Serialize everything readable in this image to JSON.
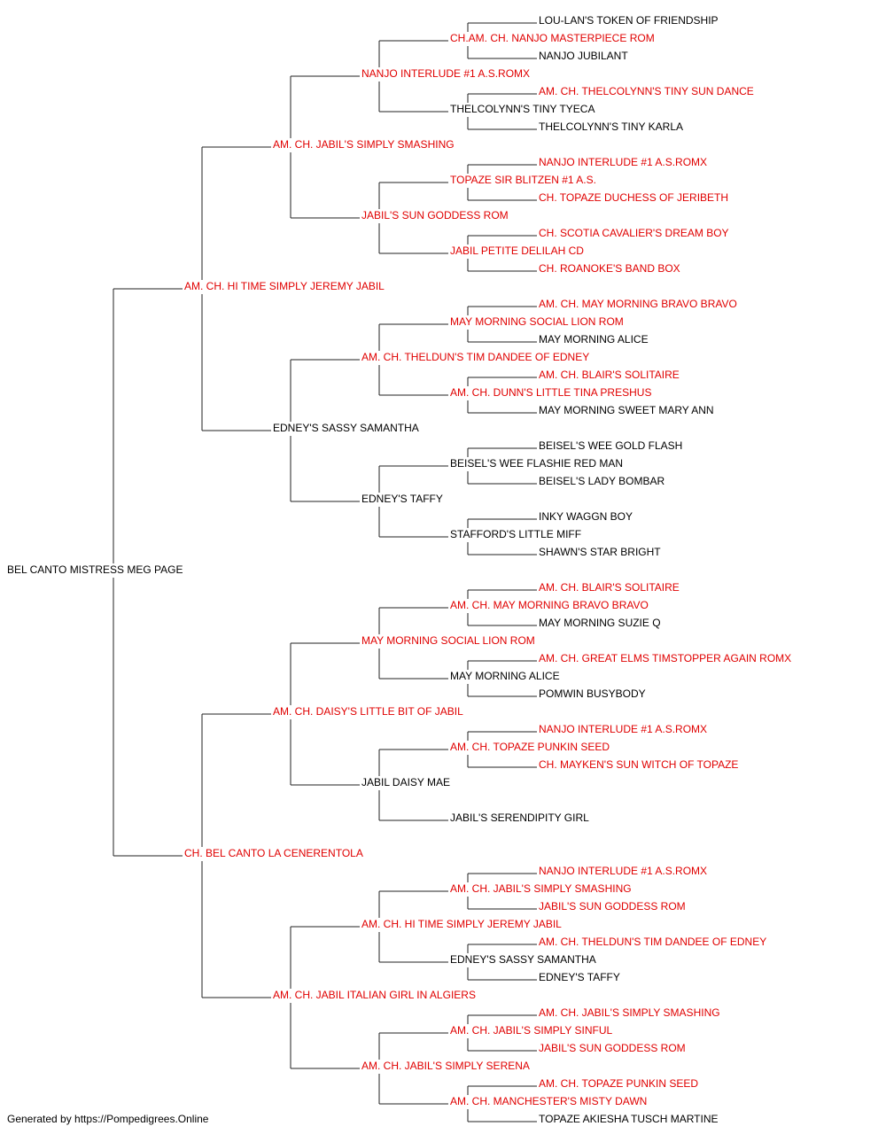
{
  "colors": {
    "champion": "#e00000",
    "normal": "#000000",
    "line": "#222222"
  },
  "pedigree": {
    "name": "BEL CANTO MISTRESS MEG PAGE",
    "champion": false,
    "sire": {
      "name": "AM. CH. HI TIME SIMPLY JEREMY JABIL",
      "champion": true,
      "sire": {
        "name": "AM. CH. JABIL'S SIMPLY SMASHING",
        "champion": true,
        "sire": {
          "name": "NANJO INTERLUDE #1 A.S.ROMX",
          "champion": true,
          "sire": {
            "name": "CH.AM. CH. NANJO MASTERPIECE ROM",
            "champion": true,
            "sire": {
              "name": "LOU-LAN'S TOKEN OF FRIENDSHIP",
              "champion": false
            },
            "dam": {
              "name": "NANJO JUBILANT",
              "champion": false
            }
          },
          "dam": {
            "name": "THELCOLYNN'S TINY TYECA",
            "champion": false,
            "sire": {
              "name": "AM. CH. THELCOLYNN'S TINY SUN DANCE",
              "champion": true
            },
            "dam": {
              "name": "THELCOLYNN'S TINY KARLA",
              "champion": false
            }
          }
        },
        "dam": {
          "name": "JABIL'S SUN GODDESS ROM",
          "champion": true,
          "sire": {
            "name": "TOPAZE SIR BLITZEN #1 A.S.",
            "champion": true,
            "sire": {
              "name": "NANJO INTERLUDE #1 A.S.ROMX",
              "champion": true
            },
            "dam": {
              "name": "CH. TOPAZE DUCHESS OF JERIBETH",
              "champion": true
            }
          },
          "dam": {
            "name": "JABIL PETITE DELILAH CD",
            "champion": true,
            "sire": {
              "name": "CH. SCOTIA CAVALIER'S DREAM BOY",
              "champion": true
            },
            "dam": {
              "name": "CH. ROANOKE'S BAND BOX",
              "champion": true
            }
          }
        }
      },
      "dam": {
        "name": "EDNEY'S SASSY SAMANTHA",
        "champion": false,
        "sire": {
          "name": "AM. CH. THELDUN'S TIM DANDEE OF EDNEY",
          "champion": true,
          "sire": {
            "name": "MAY MORNING SOCIAL LION ROM",
            "champion": true,
            "sire": {
              "name": "AM. CH. MAY MORNING BRAVO BRAVO",
              "champion": true
            },
            "dam": {
              "name": "MAY MORNING ALICE",
              "champion": false
            }
          },
          "dam": {
            "name": "AM. CH. DUNN'S LITTLE TINA PRESHUS",
            "champion": true,
            "sire": {
              "name": "AM. CH. BLAIR'S SOLITAIRE",
              "champion": true
            },
            "dam": {
              "name": "MAY MORNING SWEET MARY ANN",
              "champion": false
            }
          }
        },
        "dam": {
          "name": "EDNEY'S TAFFY",
          "champion": false,
          "sire": {
            "name": "BEISEL'S WEE FLASHIE RED MAN",
            "champion": false,
            "sire": {
              "name": "BEISEL'S WEE GOLD FLASH",
              "champion": false
            },
            "dam": {
              "name": "BEISEL'S LADY BOMBAR",
              "champion": false
            }
          },
          "dam": {
            "name": "STAFFORD'S LITTLE MIFF",
            "champion": false,
            "sire": {
              "name": "INKY WAGGN BOY",
              "champion": false
            },
            "dam": {
              "name": "SHAWN'S STAR BRIGHT",
              "champion": false
            }
          }
        }
      }
    },
    "dam": {
      "name": "CH. BEL CANTO LA CENERENTOLA",
      "champion": true,
      "sire": {
        "name": "AM. CH. DAISY'S LITTLE BIT OF JABIL",
        "champion": true,
        "sire": {
          "name": "MAY MORNING SOCIAL LION ROM",
          "champion": true,
          "sire": {
            "name": "AM. CH. MAY MORNING BRAVO BRAVO",
            "champion": true,
            "sire": {
              "name": "AM. CH. BLAIR'S SOLITAIRE",
              "champion": true
            },
            "dam": {
              "name": "MAY MORNING SUZIE Q",
              "champion": false
            }
          },
          "dam": {
            "name": "MAY MORNING ALICE",
            "champion": false,
            "sire": {
              "name": "AM. CH. GREAT ELMS TIMSTOPPER AGAIN ROMX",
              "champion": true
            },
            "dam": {
              "name": "POMWIN BUSYBODY",
              "champion": false
            }
          }
        },
        "dam": {
          "name": "JABIL DAISY MAE",
          "champion": false,
          "sire": {
            "name": "AM. CH. TOPAZE PUNKIN SEED",
            "champion": true,
            "sire": {
              "name": "NANJO INTERLUDE #1 A.S.ROMX",
              "champion": true
            },
            "dam": {
              "name": "CH. MAYKEN'S SUN WITCH OF TOPAZE",
              "champion": true
            }
          },
          "dam": {
            "name": "JABIL'S SERENDIPITY GIRL",
            "champion": false
          }
        }
      },
      "dam": {
        "name": "AM. CH. JABIL ITALIAN GIRL IN ALGIERS",
        "champion": true,
        "sire": {
          "name": "AM. CH. HI TIME SIMPLY JEREMY JABIL",
          "champion": true,
          "sire": {
            "name": "AM. CH. JABIL'S SIMPLY SMASHING",
            "champion": true,
            "sire": {
              "name": "NANJO INTERLUDE #1 A.S.ROMX",
              "champion": true
            },
            "dam": {
              "name": "JABIL'S SUN GODDESS ROM",
              "champion": true
            }
          },
          "dam": {
            "name": "EDNEY'S SASSY SAMANTHA",
            "champion": false,
            "sire": {
              "name": "AM. CH. THELDUN'S TIM DANDEE OF EDNEY",
              "champion": true
            },
            "dam": {
              "name": "EDNEY'S TAFFY",
              "champion": false
            }
          }
        },
        "dam": {
          "name": "AM. CH. JABIL'S SIMPLY SERENA",
          "champion": true,
          "sire": {
            "name": "AM. CH. JABIL'S SIMPLY SINFUL",
            "champion": true,
            "sire": {
              "name": "AM. CH. JABIL'S SIMPLY SMASHING",
              "champion": true
            },
            "dam": {
              "name": "JABIL'S SUN GODDESS ROM",
              "champion": true
            }
          },
          "dam": {
            "name": "AM. CH. MANCHESTER'S MISTY DAWN",
            "champion": true,
            "sire": {
              "name": "AM. CH. TOPAZE PUNKIN SEED",
              "champion": true
            },
            "dam": {
              "name": "TOPAZE AKIESHA TUSCH MARTINE",
              "champion": false
            }
          }
        }
      }
    }
  },
  "footer": "Generated by https://Pompedigrees.Online"
}
